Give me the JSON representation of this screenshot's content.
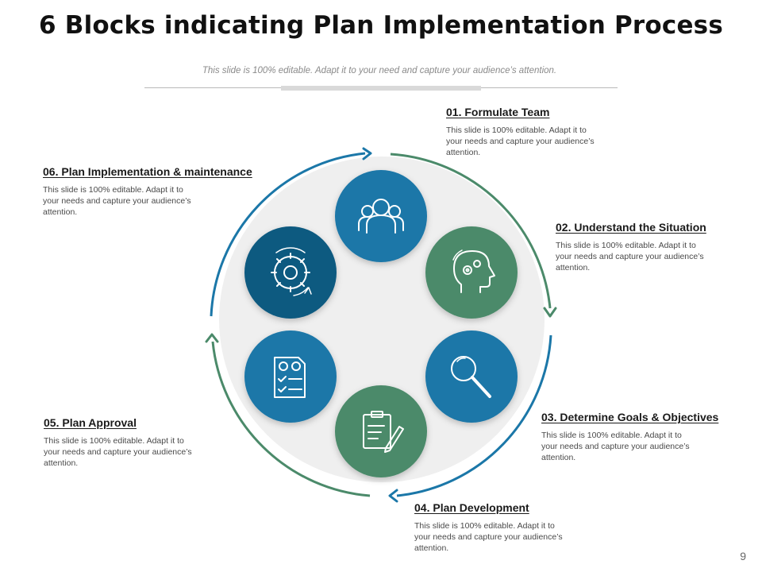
{
  "slide": {
    "title": "6 Blocks indicating Plan Implementation Process",
    "subtitle": "This slide is 100% editable. Adapt it to your need and capture your audience’s attention.",
    "page_number": "9"
  },
  "colors": {
    "blue": "#1b77a8",
    "dark_blue": "#0f5a80",
    "green": "#4b8a6a",
    "center_disc": "#efefef"
  },
  "steps": [
    {
      "title": "01. Formulate Team",
      "text": "This slide is 100% editable. Adapt it to your needs and capture your audience’s attention.",
      "icon": "team-icon"
    },
    {
      "title": "02. Understand the Situation",
      "text": "This slide is 100% editable. Adapt it to your needs and capture your audience’s attention.",
      "icon": "head-gears-icon"
    },
    {
      "title": "03. Determine Goals & Objectives",
      "text": "This slide is 100% editable. Adapt it to your needs and capture your audience’s attention.",
      "icon": "magnifier-icon"
    },
    {
      "title": "04. Plan Development",
      "text": "This slide is 100% editable. Adapt it to your needs and capture your audience’s attention.",
      "icon": "clipboard-pencil-icon"
    },
    {
      "title": "05. Plan Approval",
      "text": "This slide is 100% editable. Adapt it to your needs and capture your audience’s attention.",
      "icon": "checklist-report-icon"
    },
    {
      "title": "06. Plan Implementation & maintenance",
      "text": "This slide is 100% editable. Adapt it to your needs and capture your audience’s attention.",
      "icon": "gear-cycle-icon"
    }
  ]
}
